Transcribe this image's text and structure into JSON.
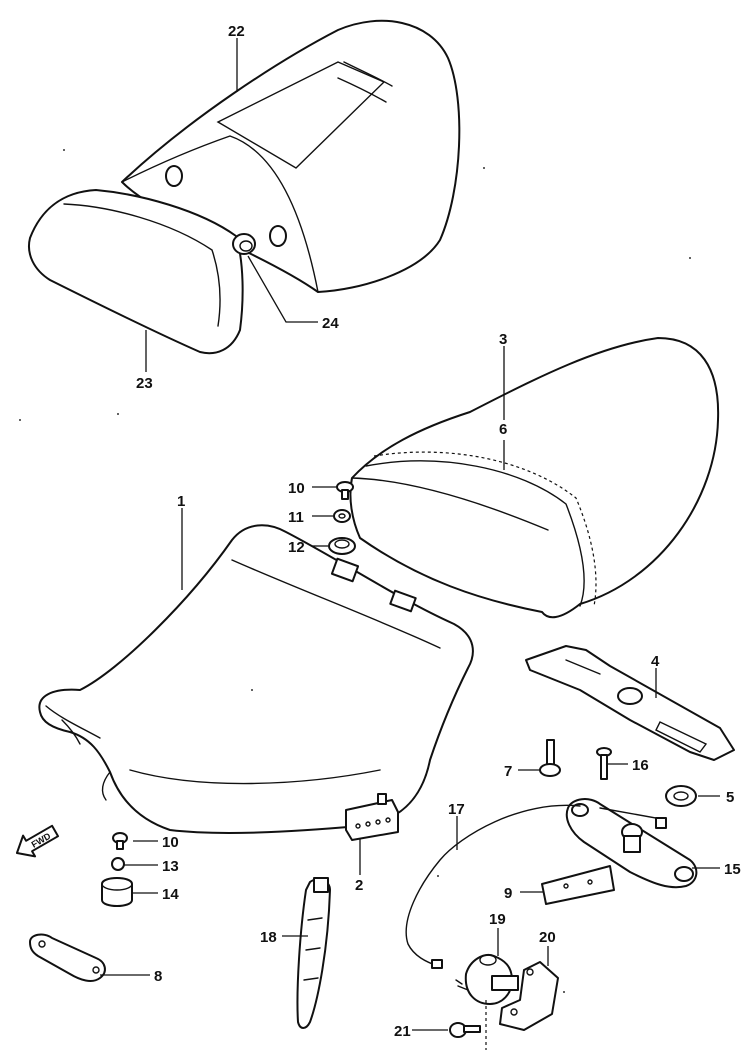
{
  "callouts": [
    "1",
    "2",
    "3",
    "4",
    "5",
    "6",
    "7",
    "8",
    "9",
    "10",
    "10",
    "11",
    "12",
    "13",
    "14",
    "15",
    "16",
    "17",
    "18",
    "19",
    "20",
    "21",
    "22",
    "23",
    "24"
  ],
  "fwd_label": "FWD"
}
